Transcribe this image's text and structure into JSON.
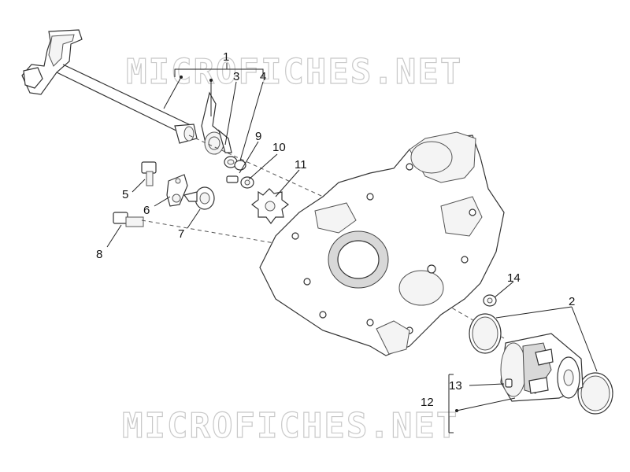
{
  "watermark": {
    "top_text": "MICROFICHES.NET",
    "bottom_text": "MICROFICHES.NET",
    "color": "#c9c9c9"
  },
  "callouts": {
    "c1": "1",
    "c2": "2",
    "c3": "3",
    "c4": "4",
    "c5": "5",
    "c6": "6",
    "c7": "7",
    "c8": "8",
    "c9": "9",
    "c10": "10",
    "c11": "11",
    "c12": "12",
    "c13": "13",
    "c14": "14"
  },
  "colors": {
    "line": "#333333",
    "background": "#ffffff"
  }
}
